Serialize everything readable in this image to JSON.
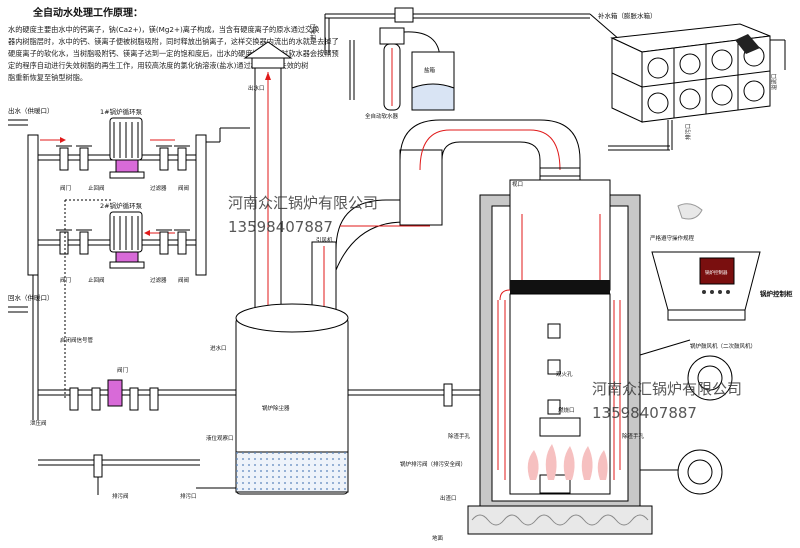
{
  "title": "全自动水处理工作原理：",
  "principle": [
    "水的硬度主要由水中的钙离子，钠(Ca2+)，镁(Mg2+)离子构成，当含有硬度离子的原水通过交换",
    "器内树脂层时，水中的钙、镁离子便被树脂吸附，同时释放出钠离子，这样交换器内流出的水就是去掉了",
    "硬度离子的软化水，当树脂吸附钙、镁离子达到一定的饱和度后，出水的硬度增大，此时软水器会按照预",
    "定的程序自动进行失效树脂的再生工作，用较高浓度的氯化钠溶液(盐水)通过树脂，使失效的树",
    "脂重新恢复至钠型树脂。"
  ],
  "labels": {
    "outlet_top": "出水（供暖口）",
    "return_water": "回水（供暖口）",
    "pump1": "1#锅炉循环泵",
    "pump2": "2#锅炉循环泵",
    "valve_a": "阀门",
    "check_valve": "止回阀",
    "valve_b": "阀阀",
    "filter": "过滤器",
    "valve_c": "阀门",
    "check_valve2": "止回阀",
    "filter2": "过滤器",
    "valve_d": "阀阀",
    "valve_e": "阀门",
    "relief_valve": "启闭阀信号管",
    "drain_valve": "排污阀",
    "safety_relief": "泄压阀",
    "water_inlet_top": "进水口",
    "softener": "全自动软水器",
    "salt_tank": "盐箱",
    "make_up_tank": "补水箱（膨胀水箱）",
    "overflow": "溢流口",
    "drain_right": "排污口",
    "outlet_mid": "出水口",
    "induced_draft": "引风机",
    "dust_collector": "锅炉除尘器",
    "water_inlet_dust": "进水口",
    "water_level": "液位观察口",
    "sewage": "排污口",
    "inlet_left": "进水口",
    "viewport_top": "视口",
    "burner_port": "燃烧口",
    "watch_hole": "观火孔",
    "fan_note": "锅炉鼓风机（二次鼓风机）",
    "stoker": "锅炉排污阀（排污安全阀）",
    "slag": "出渣口",
    "ash_door": "除渣手孔",
    "ash_door2": "除渣手孔",
    "feeder": "严格遵守操作规程",
    "ground": "地面",
    "panel_title": "锅炉控制柜",
    "panel_screen": "锅炉控制器",
    "company_1": "河南众汇锅炉有限公司",
    "phone_1": "13598407887",
    "company_2": "河南众汇锅炉有限公司",
    "phone_2": "13598407887"
  },
  "colors": {
    "hot_line": "#e01a1a",
    "ink": "#000000",
    "panel_screen": "#7a0f0f"
  }
}
